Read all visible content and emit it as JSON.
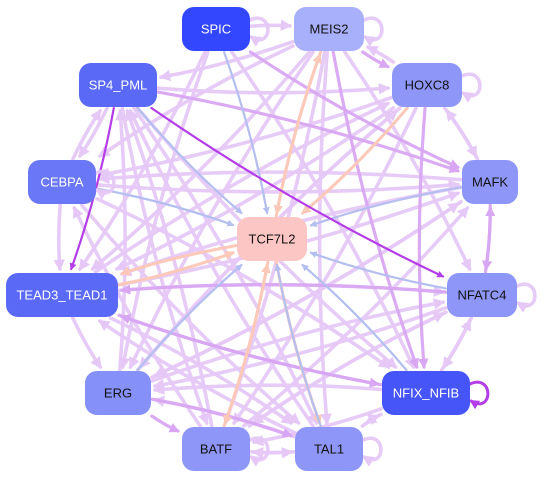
{
  "colors": {
    "background": "#ffffff",
    "edge_light": "#e6c8f7",
    "edge_mid": "#d8a6f2",
    "edge_dark": "#b43de8",
    "edge_blue": "#b4bff0",
    "edge_peach": "#fcc8b8"
  },
  "nodes": [
    {
      "id": "spic",
      "label": "SPIC",
      "fill": "#3347ff",
      "text": "#ffffff"
    },
    {
      "id": "meis2",
      "label": "MEIS2",
      "fill": "#a9b0fb",
      "text": "#111111"
    },
    {
      "id": "sp4_pml",
      "label": "SP4_PML",
      "fill": "#5a6af7",
      "text": "#ffffff"
    },
    {
      "id": "hoxc8",
      "label": "HOXC8",
      "fill": "#8e97f8",
      "text": "#111111"
    },
    {
      "id": "cebpa",
      "label": "CEBPA",
      "fill": "#6a77f6",
      "text": "#ffffff"
    },
    {
      "id": "mafk",
      "label": "MAFK",
      "fill": "#8e97f8",
      "text": "#111111"
    },
    {
      "id": "tcf7l2",
      "label": "TCF7L2",
      "fill": "#fcc6c4",
      "text": "#111111"
    },
    {
      "id": "tead3_tead1",
      "label": "TEAD3_TEAD1",
      "fill": "#5a6af7",
      "text": "#ffffff"
    },
    {
      "id": "nfatc4",
      "label": "NFATC4",
      "fill": "#8e97f8",
      "text": "#111111"
    },
    {
      "id": "erg",
      "label": "ERG",
      "fill": "#8590f8",
      "text": "#111111"
    },
    {
      "id": "nfix_nfib",
      "label": "NFIX_NFIB",
      "fill": "#4555f7",
      "text": "#ffffff"
    },
    {
      "id": "batf",
      "label": "BATF",
      "fill": "#8e97f8",
      "text": "#111111"
    },
    {
      "id": "tal1",
      "label": "TAL1",
      "fill": "#8e97f8",
      "text": "#111111"
    }
  ],
  "edges": [
    {
      "from": "sp4_pml",
      "to": "tcf7l2",
      "style": "blue"
    },
    {
      "from": "spic",
      "to": "tcf7l2",
      "style": "blue"
    },
    {
      "from": "meis2",
      "to": "tcf7l2",
      "style": "peach"
    },
    {
      "from": "hoxc8",
      "to": "tcf7l2",
      "style": "peach"
    },
    {
      "from": "mafk",
      "to": "tcf7l2",
      "style": "blue"
    },
    {
      "from": "nfatc4",
      "to": "tcf7l2",
      "style": "blue"
    },
    {
      "from": "nfix_nfib",
      "to": "tcf7l2",
      "style": "blue"
    },
    {
      "from": "tal1",
      "to": "tcf7l2",
      "style": "blue"
    },
    {
      "from": "batf",
      "to": "tcf7l2",
      "style": "peach"
    },
    {
      "from": "erg",
      "to": "tcf7l2",
      "style": "blue"
    },
    {
      "from": "tead3_tead1",
      "to": "tcf7l2",
      "style": "peach"
    },
    {
      "from": "cebpa",
      "to": "tcf7l2",
      "style": "blue"
    },
    {
      "from": "tcf7l2",
      "to": "tal1",
      "style": "peach"
    },
    {
      "from": "tcf7l2",
      "to": "batf",
      "style": "peach"
    },
    {
      "from": "tcf7l2",
      "to": "tead3_tead1",
      "style": "peach"
    },
    {
      "from": "tcf7l2",
      "to": "meis2",
      "style": "peach"
    },
    {
      "from": "sp4_pml",
      "to": "nfatc4",
      "style": "dark"
    },
    {
      "from": "sp4_pml",
      "to": "tead3_tead1",
      "style": "dark"
    },
    {
      "from": "spic",
      "to": "mafk",
      "style": "mid"
    },
    {
      "from": "sp4_pml",
      "to": "mafk",
      "style": "mid"
    },
    {
      "from": "sp4_pml",
      "to": "hoxc8",
      "style": "light"
    },
    {
      "from": "spic",
      "to": "meis2",
      "style": "light"
    },
    {
      "from": "meis2",
      "to": "hoxc8",
      "style": "mid"
    },
    {
      "from": "meis2",
      "to": "sp4_pml",
      "style": "light"
    },
    {
      "from": "meis2",
      "to": "cebpa",
      "style": "light"
    },
    {
      "from": "meis2",
      "to": "tead3_tead1",
      "style": "light"
    },
    {
      "from": "meis2",
      "to": "erg",
      "style": "light"
    },
    {
      "from": "meis2",
      "to": "batf",
      "style": "light"
    },
    {
      "from": "meis2",
      "to": "tal1",
      "style": "light"
    },
    {
      "from": "meis2",
      "to": "nfatc4",
      "style": "light"
    },
    {
      "from": "meis2",
      "to": "nfix_nfib",
      "style": "mid"
    },
    {
      "from": "hoxc8",
      "to": "tead3_tead1",
      "style": "light"
    },
    {
      "from": "hoxc8",
      "to": "erg",
      "style": "light"
    },
    {
      "from": "hoxc8",
      "to": "batf",
      "style": "light"
    },
    {
      "from": "hoxc8",
      "to": "nfix_nfib",
      "style": "mid"
    },
    {
      "from": "hoxc8",
      "to": "cebpa",
      "style": "light"
    },
    {
      "from": "mafk",
      "to": "tead3_tead1",
      "style": "light"
    },
    {
      "from": "mafk",
      "to": "erg",
      "style": "light"
    },
    {
      "from": "mafk",
      "to": "cebpa",
      "style": "light"
    },
    {
      "from": "mafk",
      "to": "nfatc4",
      "style": "mid"
    },
    {
      "from": "nfatc4",
      "to": "tead3_tead1",
      "style": "mid"
    },
    {
      "from": "nfatc4",
      "to": "erg",
      "style": "light"
    },
    {
      "from": "nfatc4",
      "to": "batf",
      "style": "light"
    },
    {
      "from": "nfix_nfib",
      "to": "tead3_tead1",
      "style": "mid"
    },
    {
      "from": "nfix_nfib",
      "to": "erg",
      "style": "light"
    },
    {
      "from": "nfix_nfib",
      "to": "batf",
      "style": "light"
    },
    {
      "from": "nfix_nfib",
      "to": "tal1",
      "style": "light"
    },
    {
      "from": "tal1",
      "to": "tead3_tead1",
      "style": "light"
    },
    {
      "from": "tal1",
      "to": "erg",
      "style": "light"
    },
    {
      "from": "tal1",
      "to": "sp4_pml",
      "style": "light"
    },
    {
      "from": "batf",
      "to": "sp4_pml",
      "style": "light"
    },
    {
      "from": "batf",
      "to": "cebpa",
      "style": "light"
    },
    {
      "from": "batf",
      "to": "mafk",
      "style": "light"
    },
    {
      "from": "batf",
      "to": "nfatc4",
      "style": "light"
    },
    {
      "from": "erg",
      "to": "sp4_pml",
      "style": "light"
    },
    {
      "from": "erg",
      "to": "hoxc8",
      "style": "light"
    },
    {
      "from": "erg",
      "to": "mafk",
      "style": "light"
    },
    {
      "from": "erg",
      "to": "nfatc4",
      "style": "light"
    },
    {
      "from": "erg",
      "to": "batf",
      "style": "mid"
    },
    {
      "from": "erg",
      "to": "tal1",
      "style": "mid"
    },
    {
      "from": "tead3_tead1",
      "to": "erg",
      "style": "light"
    },
    {
      "from": "tead3_tead1",
      "to": "hoxc8",
      "style": "light"
    },
    {
      "from": "tead3_tead1",
      "to": "mafk",
      "style": "light"
    },
    {
      "from": "tead3_tead1",
      "to": "nfatc4",
      "style": "light"
    },
    {
      "from": "tead3_tead1",
      "to": "nfix_nfib",
      "style": "mid"
    },
    {
      "from": "tead3_tead1",
      "to": "tal1",
      "style": "light"
    },
    {
      "from": "cebpa",
      "to": "tead3_tead1",
      "style": "light"
    },
    {
      "from": "cebpa",
      "to": "sp4_pml",
      "style": "light"
    },
    {
      "from": "cebpa",
      "to": "mafk",
      "style": "light"
    },
    {
      "from": "cebpa",
      "to": "nfix_nfib",
      "style": "light"
    },
    {
      "from": "cebpa",
      "to": "tal1",
      "style": "light"
    },
    {
      "from": "sp4_pml",
      "to": "cebpa",
      "style": "light"
    },
    {
      "from": "sp4_pml",
      "to": "batf",
      "style": "light"
    },
    {
      "from": "sp4_pml",
      "to": "tal1",
      "style": "light"
    },
    {
      "from": "sp4_pml",
      "to": "nfix_nfib",
      "style": "light"
    },
    {
      "from": "spic",
      "to": "nfix_nfib",
      "style": "light"
    },
    {
      "from": "spic",
      "to": "erg",
      "style": "light"
    },
    {
      "from": "spic",
      "to": "tead3_tead1",
      "style": "light"
    },
    {
      "from": "nfatc4",
      "to": "mafk",
      "style": "mid"
    },
    {
      "from": "nfatc4",
      "to": "nfix_nfib",
      "style": "light"
    },
    {
      "from": "nfix_nfib",
      "to": "nfatc4",
      "style": "light"
    },
    {
      "from": "tal1",
      "to": "nfix_nfib",
      "style": "light"
    },
    {
      "from": "batf",
      "to": "tal1",
      "style": "light"
    },
    {
      "from": "tal1",
      "to": "batf",
      "style": "light"
    },
    {
      "from": "hoxc8",
      "to": "meis2",
      "style": "light"
    },
    {
      "from": "hoxc8",
      "to": "mafk",
      "style": "light"
    },
    {
      "from": "mafk",
      "to": "hoxc8",
      "style": "light"
    }
  ],
  "self_loops": [
    {
      "node": "spic",
      "style": "light"
    },
    {
      "node": "meis2",
      "style": "light"
    },
    {
      "node": "hoxc8",
      "style": "light"
    },
    {
      "node": "cebpa",
      "style": "light"
    },
    {
      "node": "nfatc4",
      "style": "light"
    },
    {
      "node": "nfix_nfib",
      "style": "dark"
    },
    {
      "node": "tal1",
      "style": "light"
    },
    {
      "node": "batf",
      "style": "light"
    }
  ]
}
